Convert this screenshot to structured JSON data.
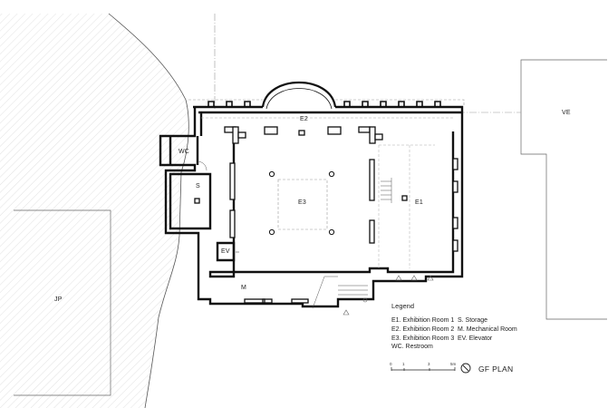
{
  "rooms": {
    "e2": "E2",
    "e3": "E3",
    "e1": "E1",
    "wc": "WC",
    "s": "S",
    "ev": "EV",
    "m": "M",
    "jp": "JP",
    "ve": "VE"
  },
  "legend": {
    "title": "Legend",
    "items": [
      "E1. Exhibition Room 1",
      "E2. Exhibition Room 2",
      "E3. Exhibition Room 3",
      "WC. Restroom",
      "S. Storage",
      "M. Mechanical Room",
      "EV. Elevator"
    ]
  },
  "scale": {
    "ticks": [
      "0",
      "1",
      "3",
      "5m"
    ]
  },
  "plan_title": "GF PLAN"
}
